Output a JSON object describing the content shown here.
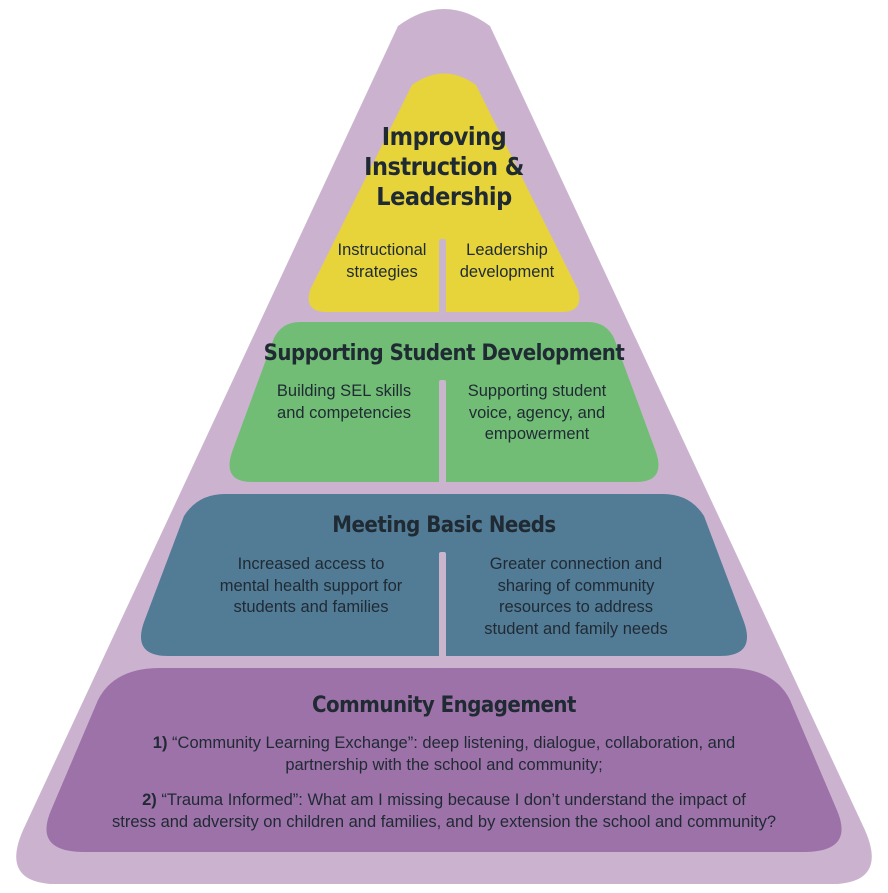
{
  "tiers": {
    "top": {
      "title_lines": [
        "Improving",
        "Instruction &",
        "Leadership"
      ],
      "left": [
        "Instructional",
        "strategies"
      ],
      "right": [
        "Leadership",
        "development"
      ],
      "color": "#e7d43a"
    },
    "second": {
      "title": "Supporting Student Development",
      "left": [
        "Building SEL skills",
        "and competencies"
      ],
      "right": [
        "Supporting student",
        "voice, agency, and",
        "empowerment"
      ],
      "color": "#72bd76"
    },
    "third": {
      "title": "Meeting Basic Needs",
      "left": [
        "Increased access to",
        "mental health support for",
        "students and families"
      ],
      "right": [
        "Greater connection and",
        "sharing of community",
        "resources to address",
        "student and family needs"
      ],
      "color": "#527b96"
    },
    "base": {
      "title": "Community Engagement",
      "item1_num": "1)",
      "item1_lines": [
        "“Community Learning Exchange”: deep listening, dialogue, collaboration, and",
        "partnership with the school and community;"
      ],
      "item2_num": "2)",
      "item2_lines": [
        "“Trauma Informed”: What am I missing because I don’t understand the impact of",
        "stress and adversity on children and families, and by extension the school and community?"
      ],
      "color": "#9d72a8"
    }
  },
  "outer_color": "#cbb3cf",
  "divider_color": "#c9b6cc"
}
